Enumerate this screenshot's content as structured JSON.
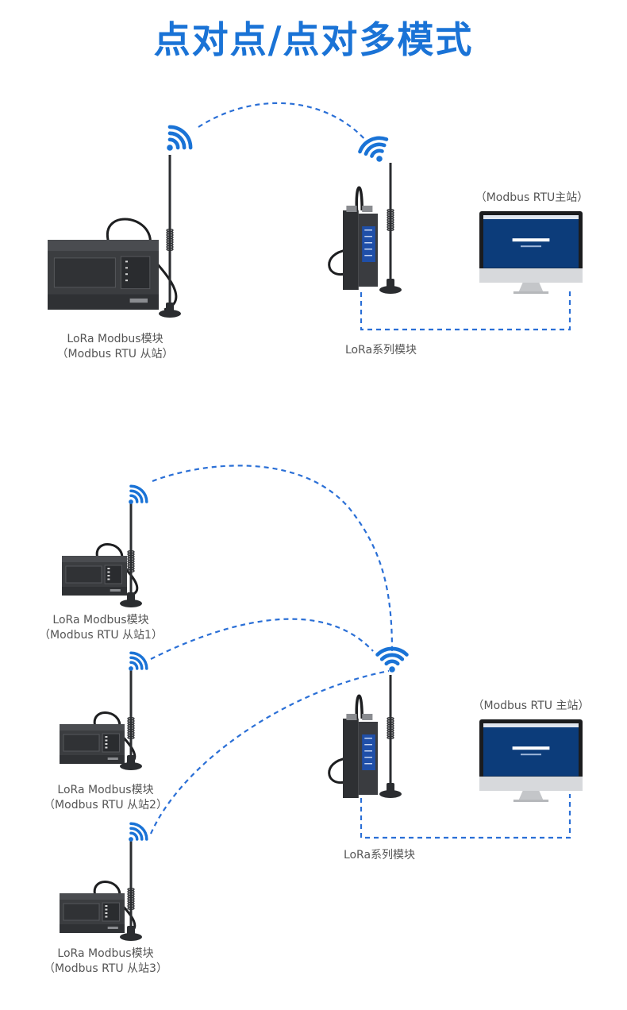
{
  "title": "点对点/点对多模式",
  "colors": {
    "accent": "#1a73d6",
    "link": "#2a6fd6",
    "device": "#3b3d40",
    "text": "#555555"
  },
  "icons": [
    "wifi-signal-icon",
    "antenna-icon",
    "plc-device-icon",
    "lora-module-icon",
    "monitor-icon"
  ],
  "point_to_point": {
    "slave": {
      "line1": "LoRa Modbus模块",
      "line2": "（Modbus RTU 从站）"
    },
    "module": {
      "label": "LoRa系列模块"
    },
    "master": {
      "label": "（Modbus RTU主站）"
    }
  },
  "point_to_multi": {
    "slaves": [
      {
        "line1": "LoRa Modbus模块",
        "line2": "（Modbus RTU 从站1）"
      },
      {
        "line1": "LoRa Modbus模块",
        "line2": "（Modbus RTU 从站2）"
      },
      {
        "line1": "LoRa Modbus模块",
        "line2": "（Modbus RTU 从站3）"
      }
    ],
    "module": {
      "label": "LoRa系列模块"
    },
    "master": {
      "label": "（Modbus RTU 主站）"
    }
  }
}
